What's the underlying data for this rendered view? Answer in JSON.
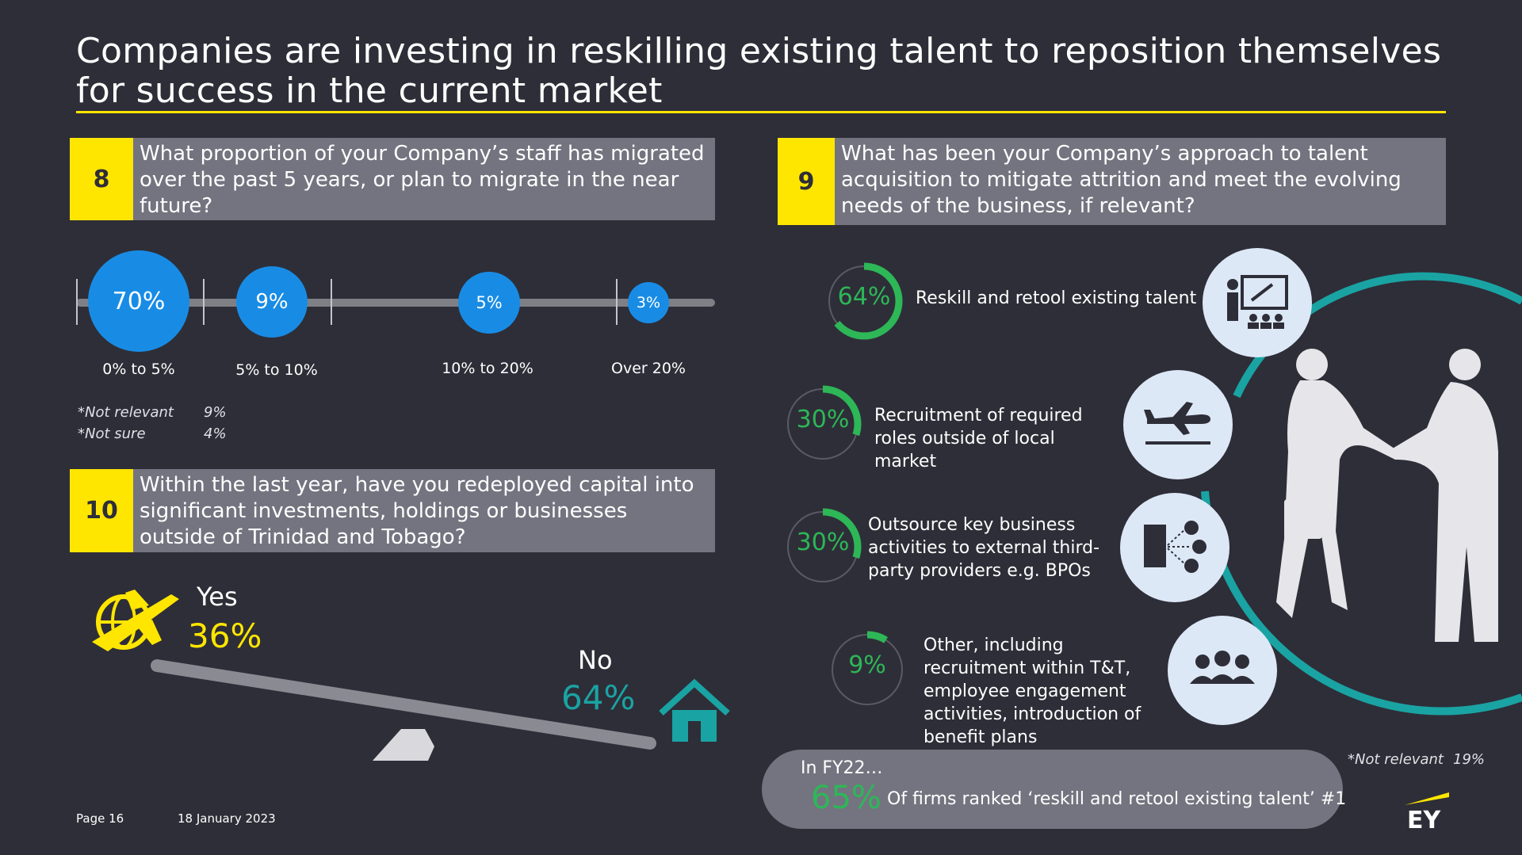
{
  "title": "Companies are investing in reskilling existing talent to reposition themselves for success in the current market",
  "q8": {
    "number": "8",
    "question": "What proportion of your Company’s staff has migrated over the past 5 years, or plan to migrate in the near future?",
    "bubbles": [
      {
        "label": "0% to 5%",
        "value": "70%"
      },
      {
        "label": "5% to 10%",
        "value": "9%"
      },
      {
        "label": "10% to 20%",
        "value": "5%"
      },
      {
        "label": "Over 20%",
        "value": "3%"
      }
    ],
    "notes": [
      {
        "label": "*Not relevant",
        "value": "9%"
      },
      {
        "label": "*Not sure",
        "value": "4%"
      }
    ]
  },
  "q9": {
    "number": "9",
    "question": "What has been your Company’s approach to talent acquisition to mitigate attrition and meet the evolving needs of the business, if relevant?",
    "items": [
      {
        "value": "64%",
        "fraction": 0.64,
        "label": "Reskill and retool existing talent",
        "icon": "presentation-icon"
      },
      {
        "value": "30%",
        "fraction": 0.3,
        "label": "Recruitment of required roles outside of local market",
        "icon": "airplane-icon"
      },
      {
        "value": "30%",
        "fraction": 0.3,
        "label": "Outsource key business activities to external third-party providers e.g. BPOs",
        "icon": "outsourcing-icon"
      },
      {
        "value": "9%",
        "fraction": 0.09,
        "label": "Other, including recruitment within T&T, employee engagement activities, introduction of benefit plans",
        "icon": "team-icon"
      }
    ],
    "not_relevant_label": "*Not relevant",
    "not_relevant_value": "19%",
    "fy22_prefix": "In FY22…",
    "fy22_value": "65%",
    "fy22_text": "Of firms ranked ‘reskill and retool existing talent’ #1"
  },
  "q10": {
    "number": "10",
    "question": "Within the last year, have you redeployed capital into significant investments, holdings or businesses outside of Trinidad and Tobago?",
    "yes_label": "Yes",
    "yes_value": "36%",
    "no_label": "No",
    "no_value": "64%"
  },
  "footer": {
    "page": "Page 16",
    "date": "18 January 2023",
    "logo": "EY"
  },
  "colors": {
    "background": "#2e2e38",
    "yellow": "#ffe600",
    "grey_box": "#747480",
    "blue": "#188ce5",
    "green": "#2db757",
    "teal": "#1aa3a3",
    "icon_circle": "#dde8f7"
  }
}
